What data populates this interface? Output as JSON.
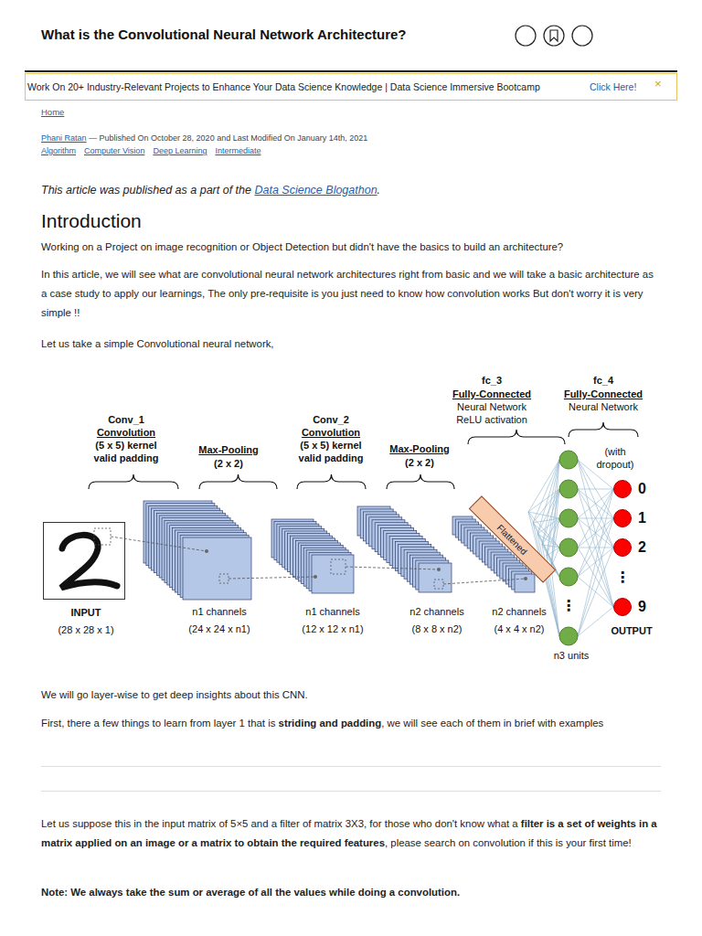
{
  "diagram": {
    "title": "What is the Convolutional Neural Network Architecture?",
    "nodes": [
      {
        "text": [
          "INPUT",
          "(28 x 28 x 1)"
        ]
      },
      {
        "text": [
          "n1 channels",
          "(24 x 24 x n1)"
        ]
      },
      {
        "text": [
          "n1 channels",
          "(12 x 12 x n1)"
        ]
      },
      {
        "text": [
          "n2 channels",
          "(8 x 8 x n2)"
        ]
      },
      {
        "text": [
          "n2 channels",
          "(4 x 4 x n2)"
        ]
      },
      {
        "text": [
          "Flattened"
        ]
      },
      {
        "text": [
          "0"
        ]
      },
      {
        "text": [
          "1"
        ]
      },
      {
        "text": [
          "2"
        ]
      },
      {
        "text": [
          "9"
        ]
      }
    ],
    "labels": [
      "Work On 20+ Industry-Relevant Projects to Enhance Your Data Science Knowledge | Data Science Immersive Bootcamp",
      "Click Here!",
      "×",
      "Home",
      "Phani Ratan",
      " — Published On October 28, 2020 and Last Modified On January 14th, 2021",
      "Algorithm",
      "Computer Vision",
      "Deep Learning",
      "Intermediate",
      "This article was published as a part of the ",
      "Data Science Blogathon",
      ".",
      "Introduction",
      "Working on a Project on image recognition or Object Detection but didn't have the basics to build an architecture?",
      "In this article, we will see what are convolutional neural network architectures right from basic and we will take a basic architecture as a case study to apply our learnings, The only pre-requisite is you just need to know how convolution works But don't worry it is very simple !!",
      "Let us take a simple Convolutional neural network,",
      "Conv_1",
      "Convolution",
      "(5 x 5) kernel",
      "valid padding",
      "Max-Pooling",
      "(2 x 2)",
      "Conv_2",
      "Convolution",
      "(5 x 5) kernel",
      "valid padding",
      "Max-Pooling",
      "(2 x 2)",
      "fc_3",
      "Fully-Connected",
      "Neural Network",
      "ReLU activation",
      "fc_4",
      "Fully-Connected",
      "Neural Network",
      "(with dropout)",
      "⋮",
      "⋮",
      "OUTPUT",
      "n3 units",
      "We will go layer-wise to get deep insights about this CNN.",
      "First, there a few things to learn from layer 1 that is ",
      "striding and padding",
      ", we will see each of them in brief with examples",
      "Let us suppose this in the input matrix of 5×5 and a filter of matrix 3X3, for those who don't know what a ",
      "filter is a set of weights in a matrix applied on an image or a matrix to obtain the required features",
      ", please search on convolution if this is your first time!",
      "Note: We always take the sum or average of all the values while doing a convolution."
    ]
  }
}
